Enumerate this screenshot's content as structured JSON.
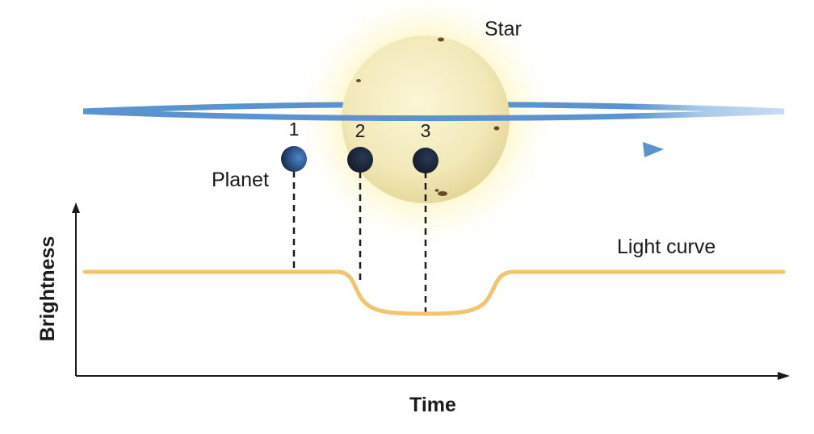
{
  "labels": {
    "star": "Star",
    "planet": "Planet",
    "light_curve": "Light curve",
    "x_axis": "Time",
    "y_axis": "Brightness"
  },
  "positions": [
    {
      "number": "1"
    },
    {
      "number": "2"
    },
    {
      "number": "3"
    }
  ],
  "colors": {
    "orbit": "#5b93cf",
    "orbit_faded": "#b9d3ee",
    "star": "#f4edc0",
    "star_glow": "#fff6c4",
    "planet": "#1e2a3d",
    "light_curve": "#f2c46e",
    "axis": "#1a1a1a"
  }
}
